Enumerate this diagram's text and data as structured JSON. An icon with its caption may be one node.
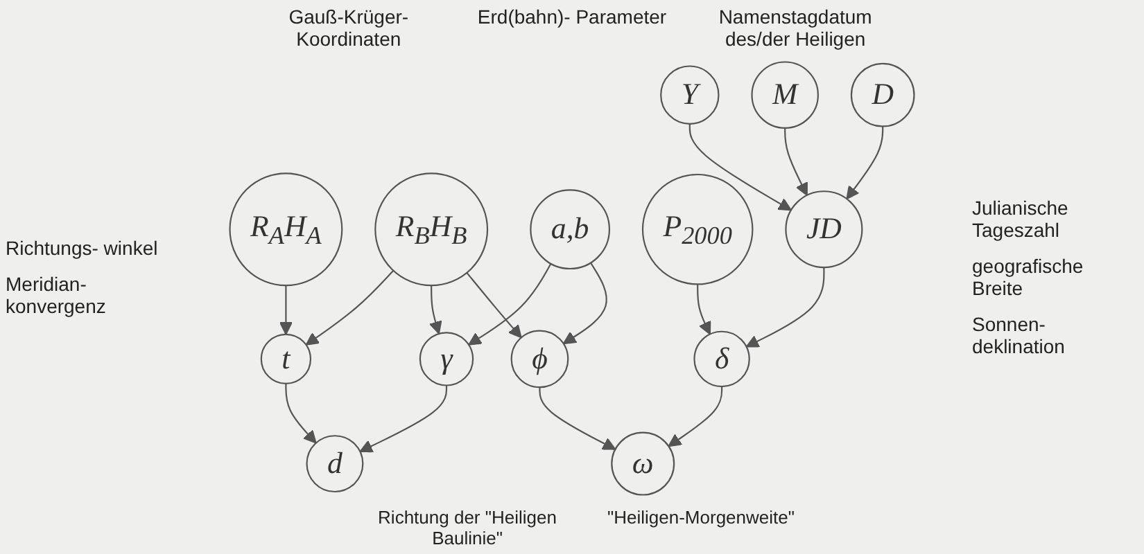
{
  "diagram": {
    "nodes": [
      {
        "text": [
          "R$_{A}$H$_{A}$"
        ]
      },
      {
        "text": [
          "R$_{B}$H$_{B}$"
        ]
      },
      {
        "text": [
          "a,b"
        ]
      },
      {
        "text": [
          "P$_{2000}$"
        ]
      },
      {
        "text": [
          "Y"
        ]
      },
      {
        "text": [
          "M"
        ]
      },
      {
        "text": [
          "D"
        ]
      },
      {
        "text": [
          "JD"
        ]
      },
      {
        "text": [
          "t"
        ]
      },
      {
        "text": [
          "γ"
        ]
      },
      {
        "text": [
          "ϕ"
        ]
      },
      {
        "text": [
          "δ"
        ]
      },
      {
        "text": [
          "d"
        ]
      },
      {
        "text": [
          "ω"
        ]
      }
    ],
    "edges": [
      {
        "from": 0,
        "to": 8,
        "arrow": "to"
      },
      {
        "from": 1,
        "to": 8,
        "arrow": "to"
      },
      {
        "from": 1,
        "to": 9,
        "arrow": "to"
      },
      {
        "from": 1,
        "to": 10,
        "arrow": "to"
      },
      {
        "from": 2,
        "to": 9,
        "arrow": "to"
      },
      {
        "from": 2,
        "to": 10,
        "arrow": "to"
      },
      {
        "from": 3,
        "to": 11,
        "arrow": "to"
      },
      {
        "from": 4,
        "to": 7,
        "arrow": "to"
      },
      {
        "from": 5,
        "to": 7,
        "arrow": "to"
      },
      {
        "from": 6,
        "to": 7,
        "arrow": "to"
      },
      {
        "from": 7,
        "to": 11,
        "arrow": "to"
      },
      {
        "from": 8,
        "to": 12,
        "arrow": "to"
      },
      {
        "from": 9,
        "to": 12,
        "arrow": "to"
      },
      {
        "from": 10,
        "to": 13,
        "arrow": "to"
      },
      {
        "from": 11,
        "to": 13,
        "arrow": "to"
      }
    ],
    "labels": [
      "Gauß-Krüger- Koordinaten",
      "Erd(bahn)- Parameter",
      "Namenstagdatum des/der Heiligen",
      "Julianische Tageszahl",
      "Richtungs- winkel",
      "Meridian- konvergenz",
      "geografische Breite",
      "Sonnen- deklination",
      "Richtung der \"Heiligen Baulinie\"",
      "\"Heiligen-Morgenweite\""
    ]
  }
}
